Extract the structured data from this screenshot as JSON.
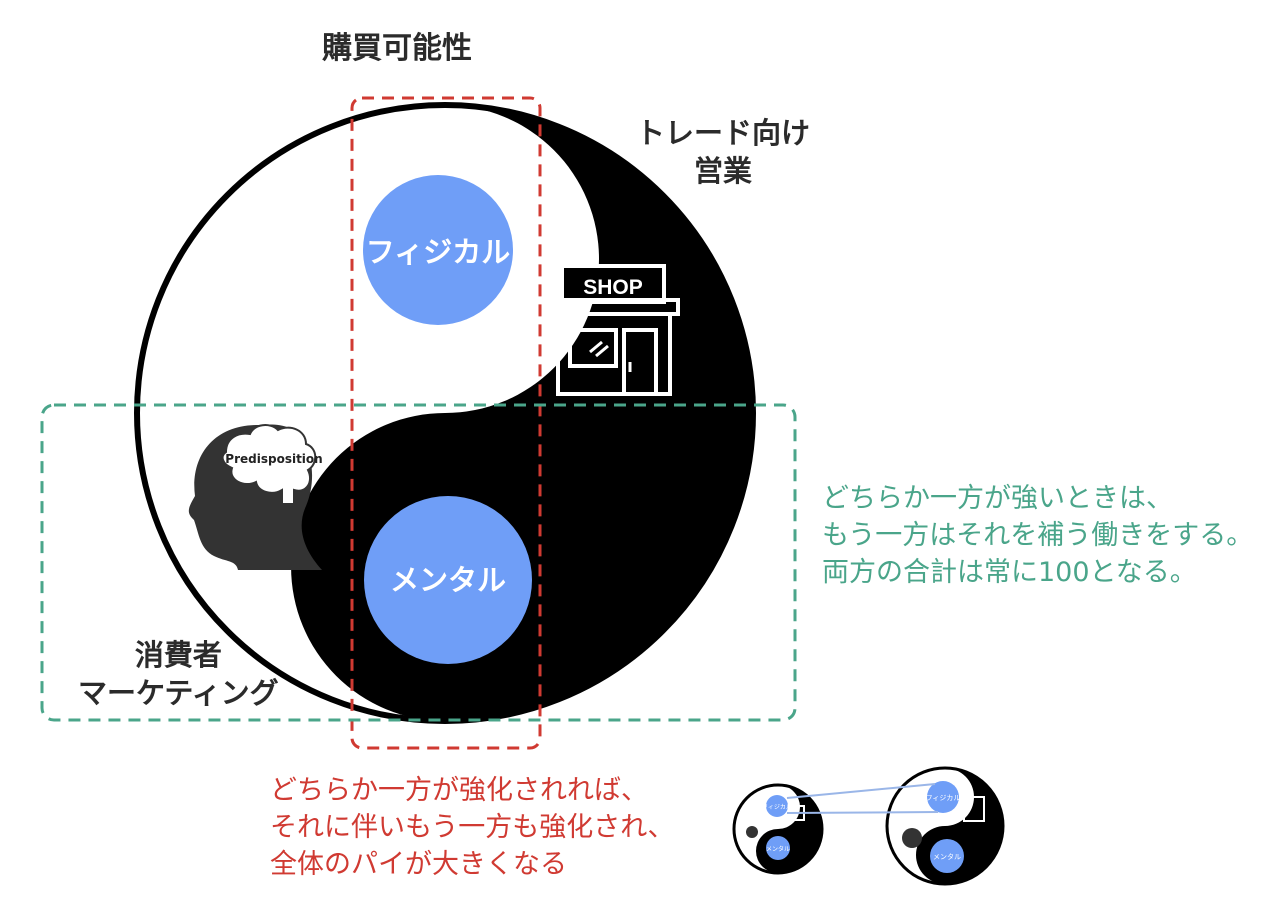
{
  "labels": {
    "purchase_possibility": "購買可能性",
    "trade_sales": [
      "トレード向け",
      "営業"
    ],
    "consumer_marketing": [
      "消費者",
      "マーケティング"
    ]
  },
  "circles": {
    "physical": "フィジカル",
    "mental": "メンタル"
  },
  "shop_sign": "SHOP",
  "head_text": "Predisposition",
  "notes": {
    "balance": [
      "どちらか一方が強いときは、",
      "もう一方はそれを補う働きをする。",
      "両方の合計は常に100となる。"
    ],
    "growth": [
      "どちらか一方が強化されれば、",
      "それに伴いもう一方も強化され、",
      "全体のパイが大きくなる"
    ]
  },
  "mini": {
    "physical": "フィジカル",
    "mental": "メンタル"
  },
  "colors": {
    "circle_blue": "#6f9ef7",
    "red_dash": "#d03a32",
    "green_dash": "#4aa58a",
    "black": "#000000"
  }
}
